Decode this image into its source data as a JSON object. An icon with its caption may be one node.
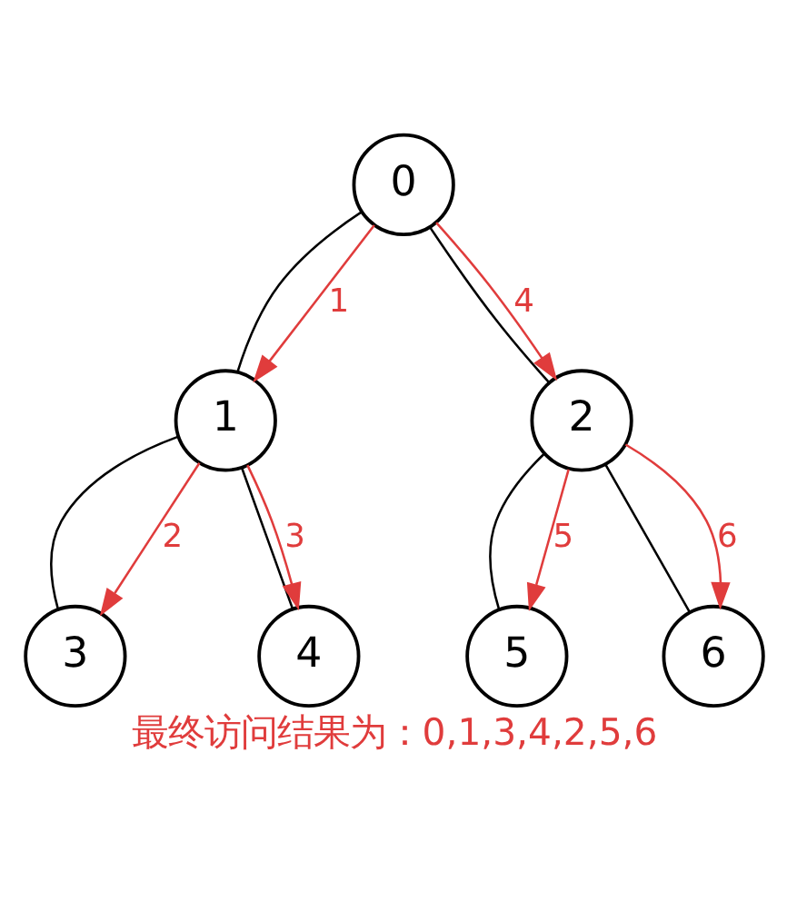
{
  "diagram": {
    "caption": "最终访问结果为：0,1,3,4,2,5,6",
    "nodes": [
      {
        "text": [
          "0"
        ]
      },
      {
        "text": [
          "1"
        ]
      },
      {
        "text": [
          "2"
        ]
      },
      {
        "text": [
          "3"
        ]
      },
      {
        "text": [
          "4"
        ]
      },
      {
        "text": [
          "5"
        ]
      },
      {
        "text": [
          "6"
        ]
      }
    ],
    "edges": [
      {
        "from": 0,
        "to": 1,
        "arrow": "none"
      },
      {
        "from": 0,
        "to": 2,
        "arrow": "none"
      },
      {
        "from": 1,
        "to": 3,
        "arrow": "none"
      },
      {
        "from": 1,
        "to": 4,
        "arrow": "none"
      },
      {
        "from": 2,
        "to": 5,
        "arrow": "none"
      },
      {
        "from": 2,
        "to": 6,
        "arrow": "none"
      },
      {
        "from": 0,
        "to": 1,
        "arrow": "to",
        "label": "1",
        "color": "#e03c3c"
      },
      {
        "from": 1,
        "to": 3,
        "arrow": "to",
        "label": "2",
        "color": "#e03c3c"
      },
      {
        "from": 1,
        "to": 4,
        "arrow": "to",
        "label": "3",
        "color": "#e03c3c"
      },
      {
        "from": 0,
        "to": 2,
        "arrow": "to",
        "label": "4",
        "color": "#e03c3c"
      },
      {
        "from": 2,
        "to": 5,
        "arrow": "to",
        "label": "5",
        "color": "#e03c3c"
      },
      {
        "from": 2,
        "to": 6,
        "arrow": "to",
        "label": "6",
        "color": "#e03c3c"
      }
    ]
  }
}
